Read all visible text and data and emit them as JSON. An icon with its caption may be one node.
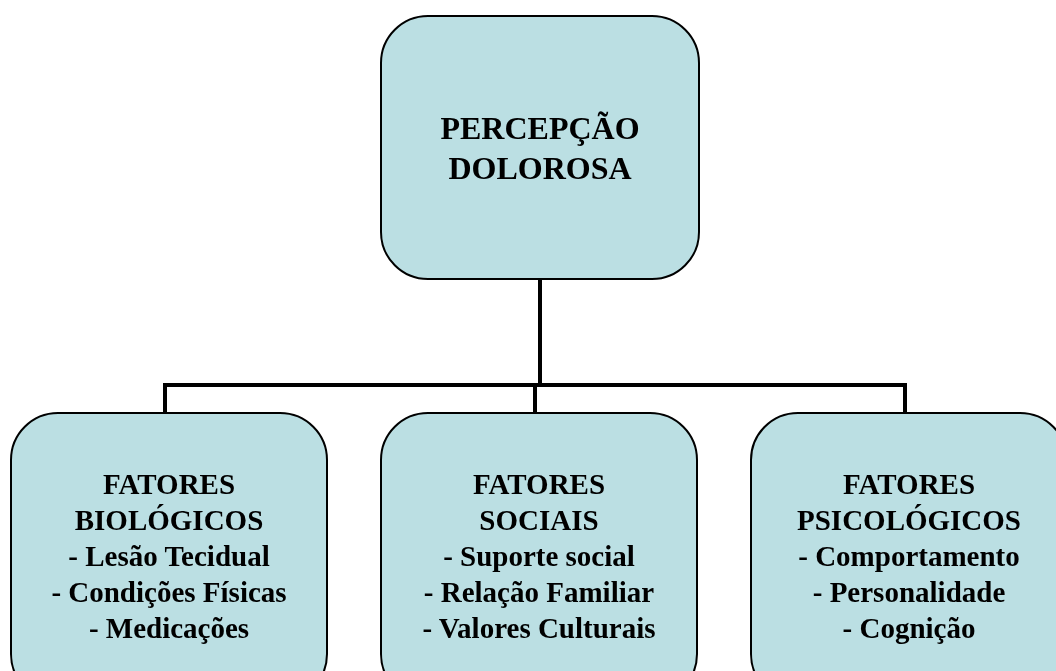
{
  "diagram": {
    "nodes": [
      {
        "text": [
          "PERCEPÇÃO DOLOROSA"
        ]
      },
      {
        "text": [
          "FATORES BIOLÓGICOS",
          "- Lesão Tecidual",
          "- Condições Físicas",
          "- Medicações"
        ]
      },
      {
        "text": [
          "FATORES SOCIAIS",
          "- Suporte social",
          "- Relação Familiar",
          "- Valores Culturais"
        ]
      },
      {
        "text": [
          "FATORES PSICOLÓGICOS",
          "- Comportamento",
          "- Personalidade",
          "- Cognição"
        ]
      }
    ],
    "edges": [
      {
        "from": 0,
        "to": 1,
        "arrow": "none"
      },
      {
        "from": 0,
        "to": 2,
        "arrow": "none"
      },
      {
        "from": 0,
        "to": 3,
        "arrow": "none"
      }
    ]
  }
}
